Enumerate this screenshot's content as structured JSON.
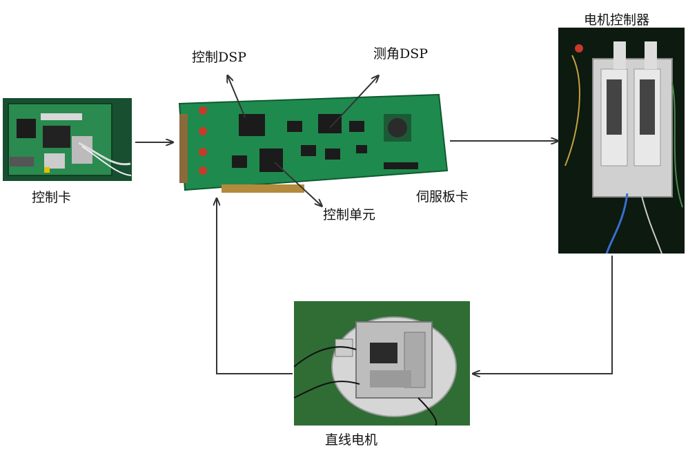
{
  "labels": {
    "control_card": "控制卡",
    "control_dsp": "控制DSP",
    "angle_dsp": "测角DSP",
    "control_unit": "控制单元",
    "servo_board": "伺服板卡",
    "motor_controller": "电机控制器",
    "linear_motor": "直线电机"
  },
  "colors": {
    "pcb_green": "#1f8a4e",
    "pcb_dark": "#0f5a30",
    "chip": "#1b1b1b",
    "arrow": "#333333",
    "photo_bg_dark": "#0c1a10",
    "stage_plate": "#c8c8c8"
  }
}
